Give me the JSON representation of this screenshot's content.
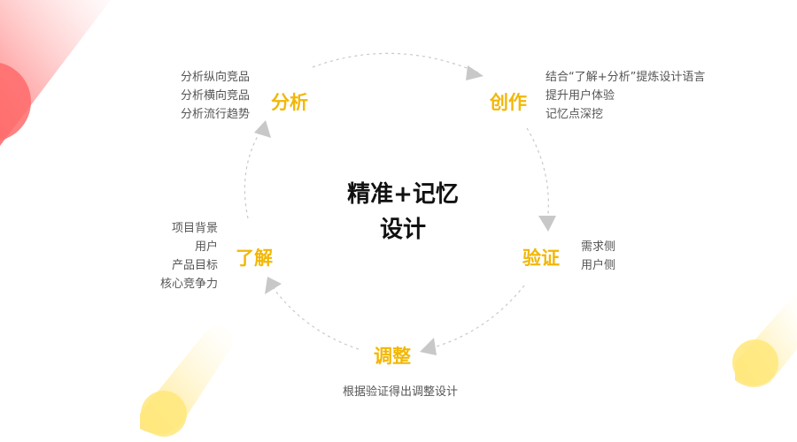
{
  "colors": {
    "accent": "#F2B705",
    "node_text": "#F2B705",
    "arrow": "#C8C8C8",
    "note_text": "#555555",
    "title_text": "#111111",
    "deco_red": "#FF6B6B",
    "deco_yellow": "#FFE066"
  },
  "center": {
    "line1": "精准+记忆",
    "line2": "设计"
  },
  "nodes": {
    "analyze": {
      "label": "分析",
      "notes": [
        "分析纵向竞品",
        "分析横向竞品",
        "分析流行趋势"
      ]
    },
    "create": {
      "label": "创作",
      "notes": [
        "结合“了解+分析”提炼设计语言",
        "提升用户体验",
        "记忆点深挖"
      ]
    },
    "verify": {
      "label": "验证",
      "notes": [
        "需求侧",
        "用户侧"
      ]
    },
    "adjust": {
      "label": "调整",
      "notes": [
        "根据验证得出调整设计"
      ]
    },
    "understand": {
      "label": "了解",
      "notes": [
        "项目背景",
        "用户",
        "产品目标",
        "核心竞争力"
      ]
    }
  },
  "icons": {
    "arrow": "arrow-head-icon"
  }
}
